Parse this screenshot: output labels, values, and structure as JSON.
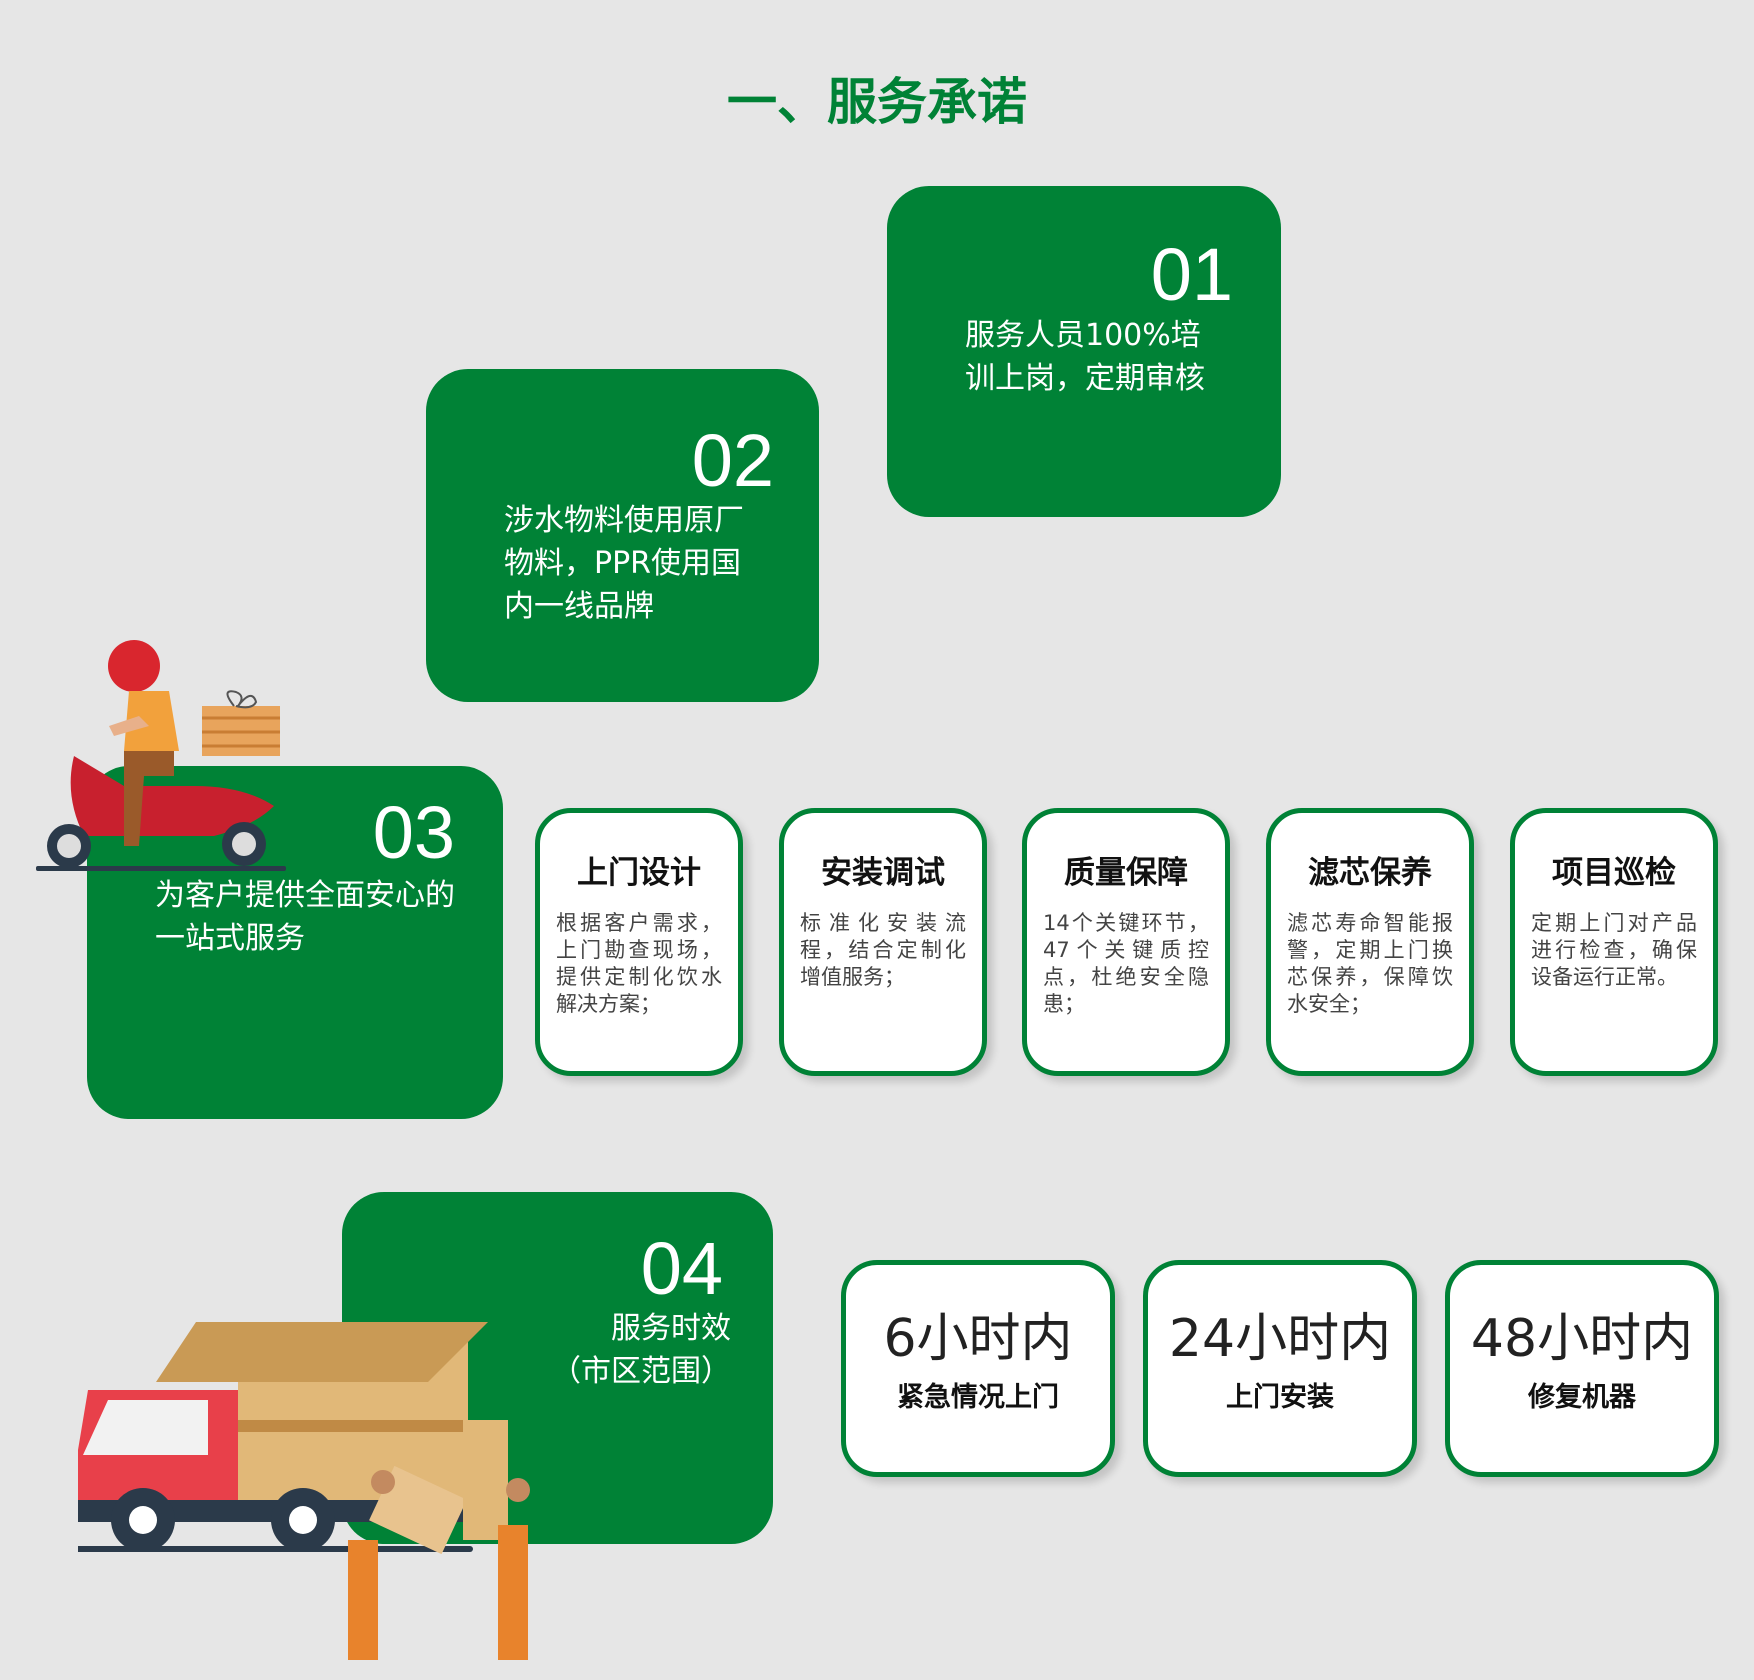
{
  "title": "一、服务承诺",
  "commitments": [
    {
      "num": "01",
      "lines": [
        "服务人员100%培",
        "训上岗，定期审核"
      ]
    },
    {
      "num": "02",
      "lines": [
        "涉水物料使用原厂",
        "物料，PPR使用国",
        "内一线品牌"
      ]
    },
    {
      "num": "03",
      "lines": [
        "为客户提供全面安心的",
        "一站式服务"
      ]
    },
    {
      "num": "04",
      "lines": [
        "服务时效",
        "（市区范围）"
      ]
    }
  ],
  "services": [
    {
      "title": "上门设计",
      "desc": "根据客户需求，上门勘查现场，提供定制化饮水解决方案；"
    },
    {
      "title": "安装调试",
      "desc": "标准化安装流程，结合定制化增值服务；"
    },
    {
      "title": "质量保障",
      "desc": "14个关键环节，47个关键质控点，杜绝安全隐患；"
    },
    {
      "title": "滤芯保养",
      "desc": "滤芯寿命智能报警，定期上门换芯保养，保障饮水安全；"
    },
    {
      "title": "项目巡检",
      "desc": "定期上门对产品进行检查，确保设备运行正常。"
    }
  ],
  "timing": [
    {
      "time": "6小时内",
      "desc": "紧急情况上门"
    },
    {
      "time": "24小时内",
      "desc": "上门安装"
    },
    {
      "time": "48小时内",
      "desc": "修复机器"
    }
  ],
  "colors": {
    "green": "#008236",
    "bg": "#e6e6e6"
  }
}
